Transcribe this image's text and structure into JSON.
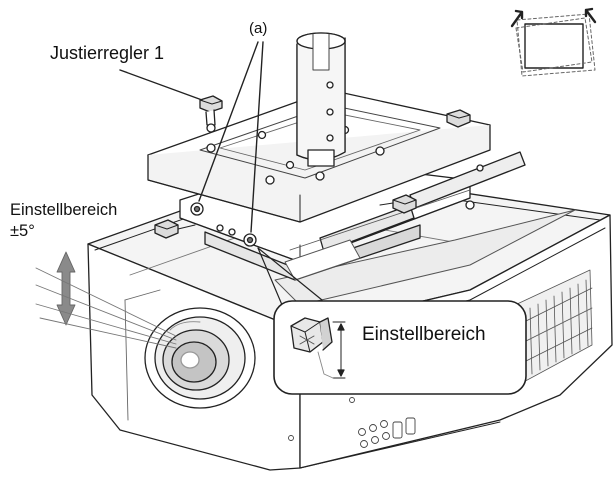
{
  "labels": {
    "adjuster_knob": "Justierregler 1",
    "callout_a": "(a)",
    "range_title": "Einstellbereich",
    "range_value": "±5°",
    "detail_range": "Einstellbereich"
  },
  "colors": {
    "line": "#222222",
    "panel_fill": "#ffffff",
    "shade": "#e4e4e4",
    "shade_dark": "#bdbdbd",
    "arrow_grey": "#8a8a8a"
  }
}
